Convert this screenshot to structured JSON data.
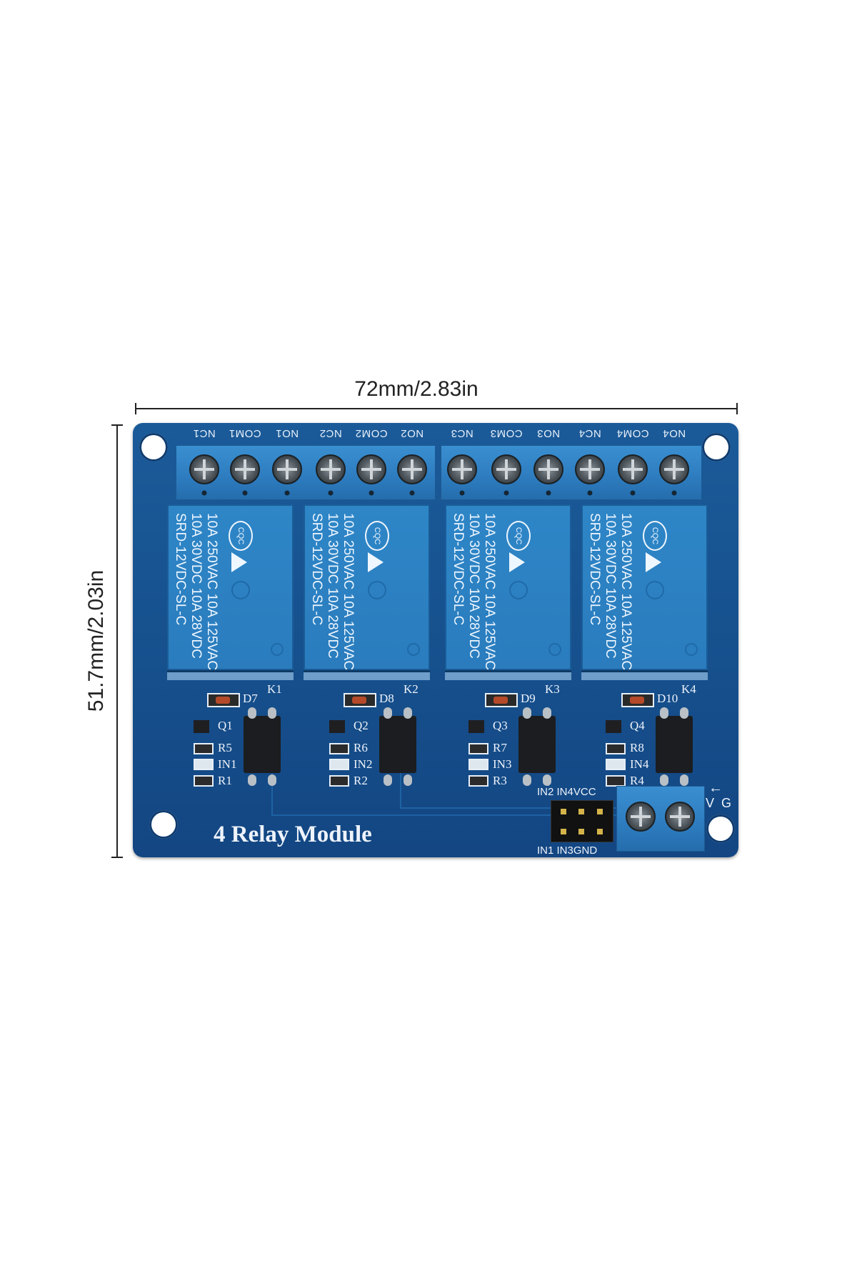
{
  "dimensions": {
    "width_label": "72mm/2.83in",
    "height_label": "51.7mm/2.03in"
  },
  "board": {
    "title": "4 Relay Module",
    "board_color": "#16508d",
    "terminal_labels": [
      "NC1",
      "COM1",
      "NO1",
      "NC2",
      "COM2",
      "NO2",
      "NC3",
      "COM3",
      "NO3",
      "NC4",
      "COM4",
      "NO4"
    ],
    "relays": [
      {
        "ref": "K1",
        "diode": "D7",
        "transistor": "Q1",
        "resistor_a": "R5",
        "led": "IN1",
        "resistor_b": "R1"
      },
      {
        "ref": "K2",
        "diode": "D8",
        "transistor": "Q2",
        "resistor_a": "R6",
        "led": "IN2",
        "resistor_b": "R2"
      },
      {
        "ref": "K3",
        "diode": "D9",
        "transistor": "Q3",
        "resistor_a": "R7",
        "led": "IN3",
        "resistor_b": "R3"
      },
      {
        "ref": "K4",
        "diode": "D10",
        "transistor": "Q4",
        "resistor_a": "R8",
        "led": "IN4",
        "resistor_b": "R4"
      }
    ],
    "relay_markings": {
      "cert": "CQC",
      "line1": "10A 250VAC  10A 125VAC",
      "line2": "10A  30VDC  10A  28VDC",
      "model": "SRD-12VDC-SL-C"
    },
    "header_top_label": "IN2 IN4VCC",
    "header_bottom_label": "IN1 IN3GND",
    "power_label": "V  G",
    "power_arrow": "←"
  }
}
